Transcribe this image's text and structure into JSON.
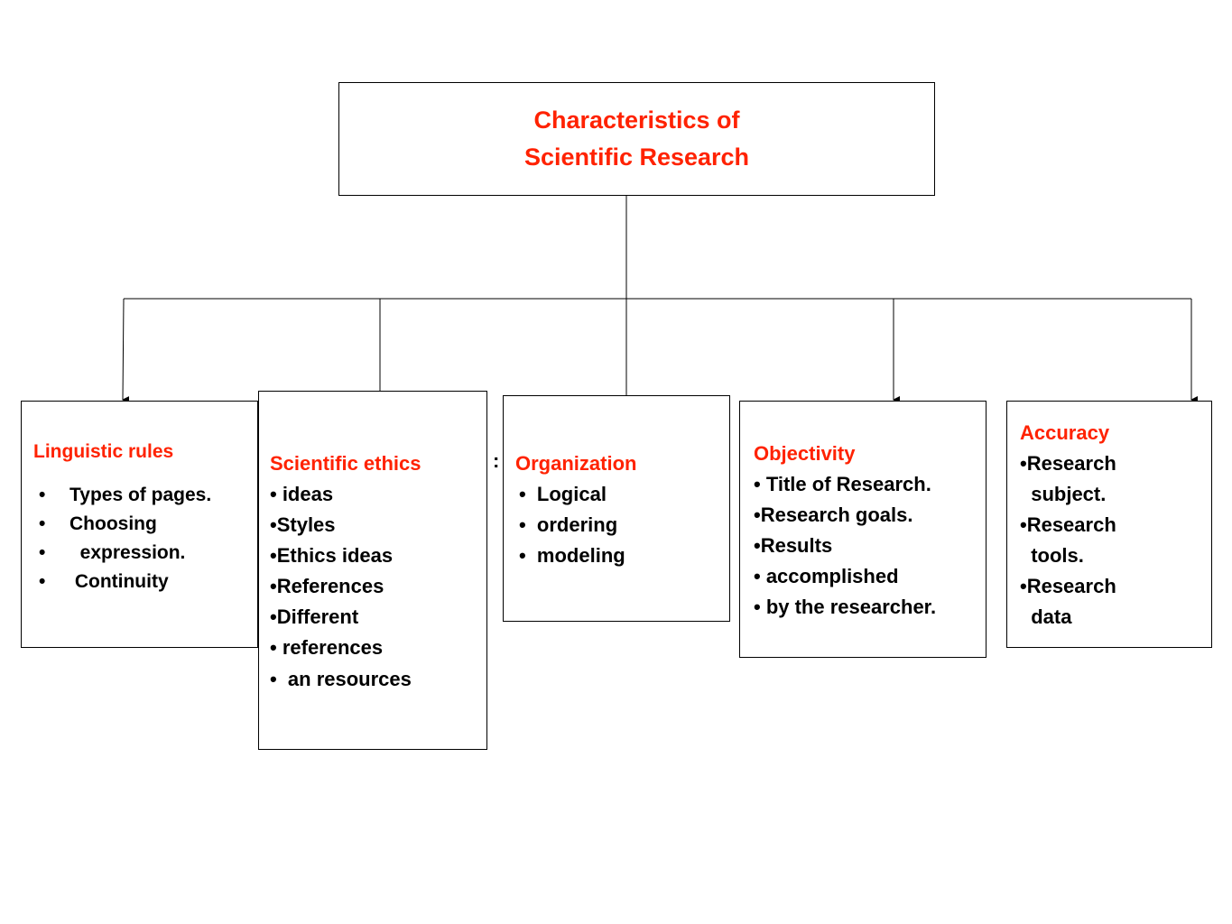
{
  "accent_color": "#ff2200",
  "title": {
    "line1": "Characteristics of",
    "line2": "Scientific Research"
  },
  "separator": ":",
  "branches": {
    "linguistic": {
      "heading": "Linguistic rules",
      "items": [
        "Types of pages.",
        "Choosing",
        "  expression.",
        " Continuity"
      ]
    },
    "ethics": {
      "heading": "Scientific ethics",
      "items": [
        "• ideas",
        "•Styles",
        "•Ethics ideas",
        "•References",
        "•Different",
        "• references",
        "•  an resources"
      ]
    },
    "organization": {
      "heading": "Organization",
      "items": [
        "•  Logical",
        "•  ordering",
        "•  modeling"
      ]
    },
    "objectivity": {
      "heading": "Objectivity",
      "items": [
        "• Title of Research.",
        "•Research goals.",
        "•Results",
        "• accomplished",
        "• by the researcher."
      ]
    },
    "accuracy": {
      "heading": "Accuracy",
      "items": [
        "•Research",
        "  subject.",
        "•Research",
        "  tools.",
        "•Research",
        "  data"
      ]
    }
  }
}
